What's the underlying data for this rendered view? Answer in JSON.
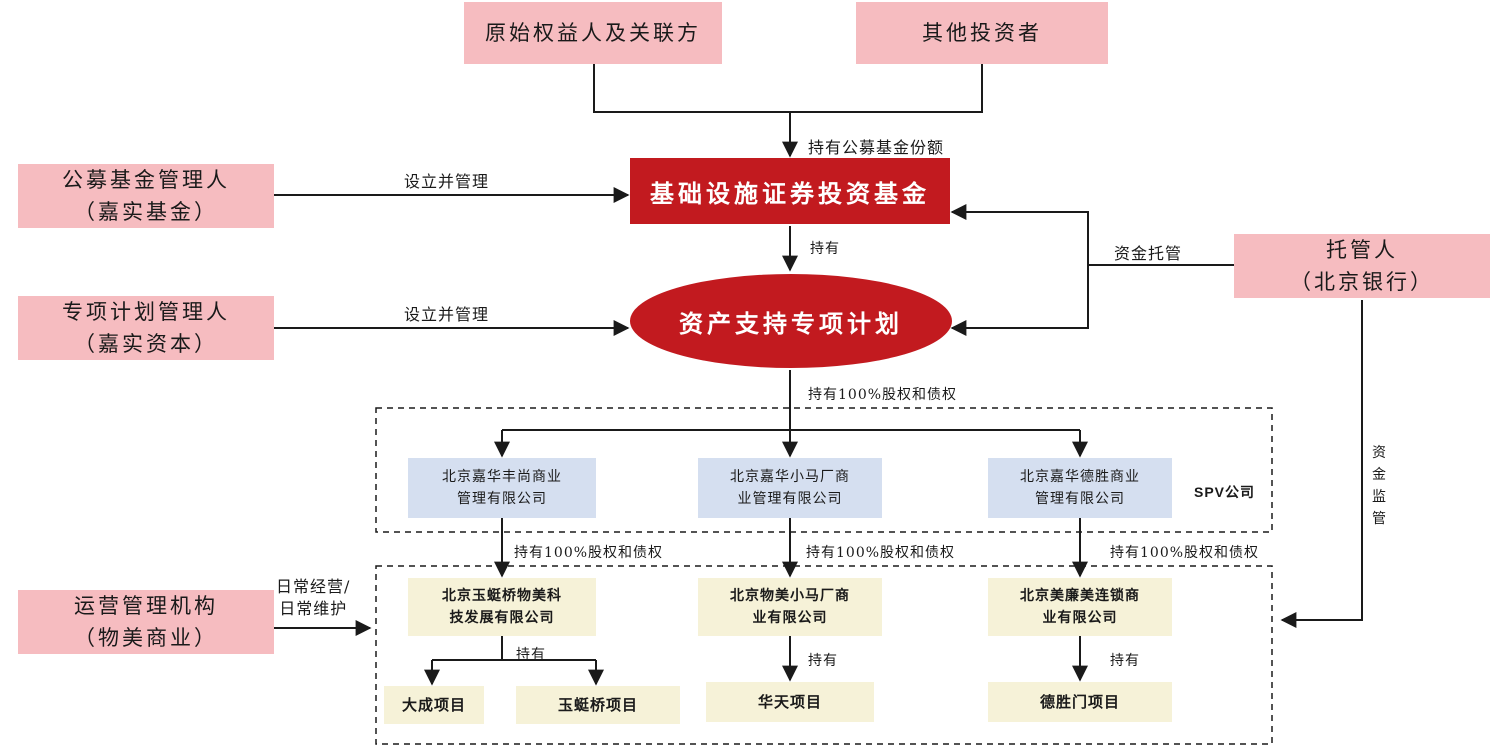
{
  "nodes": {
    "original_equity": "原始权益人及关联方",
    "other_investors": "其他投资者",
    "fund_manager": [
      "公募基金管理人",
      "（嘉实基金）"
    ],
    "infra_fund": "基础设施证券投资基金",
    "plan_manager": [
      "专项计划管理人",
      "（嘉实资本）"
    ],
    "abs_plan": "资产支持专项计划",
    "custodian": [
      "托管人",
      "（北京银行）"
    ],
    "spv": [
      [
        "北京嘉华丰尚商业",
        "管理有限公司"
      ],
      [
        "北京嘉华小马厂商",
        "业管理有限公司"
      ],
      [
        "北京嘉华德胜商业",
        "管理有限公司"
      ]
    ],
    "spv_label": "SPV公司",
    "operator": [
      "运营管理机构",
      "（物美商业）"
    ],
    "project_companies": [
      [
        "北京玉蜓桥物美科",
        "技发展有限公司"
      ],
      [
        "北京物美小马厂商",
        "业有限公司"
      ],
      [
        "北京美廉美连锁商",
        "业有限公司"
      ]
    ],
    "projects": [
      "大成项目",
      "玉蜓桥项目",
      "华天项目",
      "德胜门项目"
    ]
  },
  "edges": {
    "hold_fund_shares": "持有公募基金份额",
    "establish_manage": "设立并管理",
    "hold": "持有",
    "fund_custody": "资金托管",
    "hold_100_equity_debt": "持有100%股权和债权",
    "daily_ops": [
      "日常经营/",
      "日常维护"
    ],
    "fund_supervision": [
      "资",
      "金",
      "监",
      "管"
    ]
  },
  "colors": {
    "pink": "#f6bcc0",
    "red": "#c21a1f",
    "blue": "#d5dff0",
    "cream": "#f6f2d8",
    "line": "#1a1a1a"
  }
}
